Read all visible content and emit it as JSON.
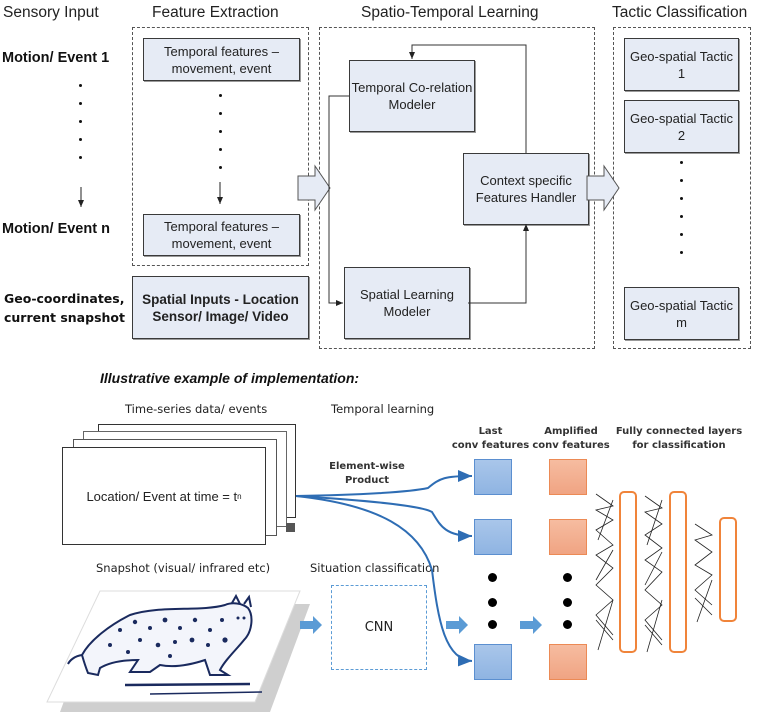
{
  "top": {
    "headers": {
      "sensory_input": "Sensory Input",
      "feature_extraction": "Feature Extraction",
      "spatio_temporal": "Spatio-Temporal Learning",
      "tactic_classification": "Tactic Classification"
    },
    "sensory": {
      "event_first": "Motion/ Event 1",
      "event_last": "Motion/ Event n",
      "geo_line1": "Geo-coordinates,",
      "geo_line2": "current snapshot"
    },
    "features": {
      "temporal_1": "Temporal features – movement, event",
      "temporal_n": "Temporal features – movement, event",
      "spatial_line1": "Spatial Inputs - Location",
      "spatial_line2": "Sensor/ Image/ Video"
    },
    "learning": {
      "temporal_modeler": "Temporal Co-relation Modeler",
      "spatial_modeler": "Spatial Learning Modeler",
      "context_handler": "Context specific Features Handler"
    },
    "tactics": {
      "tactic_1": "Geo-spatial Tactic 1",
      "tactic_2": "Geo-spatial Tactic 2",
      "tactic_m": "Geo-spatial Tactic m"
    }
  },
  "bottom": {
    "title": "Illustrative example of implementation:",
    "time_series_label": "Time-series data/ events",
    "temporal_learning_label": "Temporal learning",
    "card_text": "Location/ Event at time = t",
    "card_subscript": "n",
    "element_wise_line1": "Element-wise",
    "element_wise_line2": "Product",
    "last_conv_line1": "Last",
    "last_conv_line2": "conv features",
    "amplified_line1": "Amplified",
    "amplified_line2": "conv features",
    "fc_line1": "Fully connected layers",
    "fc_line2": "for classification",
    "snapshot_label": "Snapshot (visual/ infrared etc)",
    "situation_label": "Situation classification",
    "cnn_label": "CNN"
  },
  "colors": {
    "box_fill": "#e6ebf5",
    "blue_curve": "#2e6db4",
    "blue_square": "#9bbce6",
    "orange_square": "#f3ae8c",
    "orange_border": "#f0843a"
  }
}
